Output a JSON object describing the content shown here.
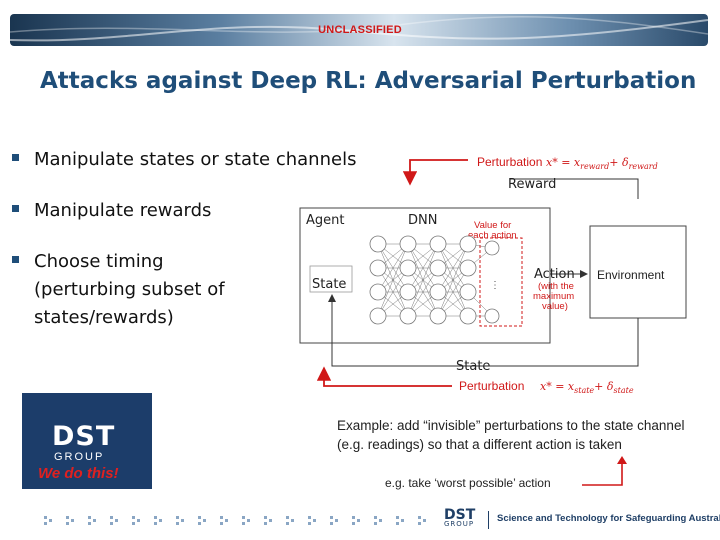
{
  "banner": {
    "classification": "UNCLASSIFIED"
  },
  "slide": {
    "title": "Attacks against Deep RL: Adversarial Perturbation",
    "bullets": [
      {
        "lines": [
          "Manipulate states or state channels"
        ]
      },
      {
        "lines": [
          "Manipulate rewards"
        ]
      },
      {
        "lines": [
          "Choose timing",
          "(perturbing subset of",
          "states/rewards)"
        ]
      }
    ]
  },
  "diagram": {
    "perturbation_reward_label": "Perturbation",
    "perturbation_reward_formula": "x* = x",
    "perturbation_reward_sub1": "reward",
    "perturbation_reward_plus": "+ δ",
    "perturbation_reward_sub2": "reward",
    "reward_label": "Reward",
    "agent_label": "Agent",
    "dnn_label": "DNN",
    "value_label_1": "Value for",
    "value_label_2": "each action",
    "state_label": "State",
    "action_label": "Action",
    "action_sub_1": "(with the",
    "action_sub_2": "maximum",
    "action_sub_3": "value)",
    "environment_label": "Environment",
    "state_bottom_label": "State",
    "perturbation_state_label": "Perturbation",
    "perturbation_state_formula": "x* = x",
    "perturbation_state_sub1": "state",
    "perturbation_state_plus": "+ δ",
    "perturbation_state_sub2": "state",
    "colors": {
      "red": "#d01818",
      "navy": "#1f4e79"
    }
  },
  "caption": {
    "example": "Example: add “invisible” perturbations to the state channel (e.g. readings) so that a different action is taken",
    "sub": "e.g. take ‘worst possible’ action"
  },
  "logo": {
    "name": "DST",
    "group": "GROUP",
    "tagline": "We do this!"
  },
  "footer": {
    "logo_name": "DST",
    "logo_sub": "GROUP",
    "text": "Science and Technology for Safeguarding Australia"
  }
}
